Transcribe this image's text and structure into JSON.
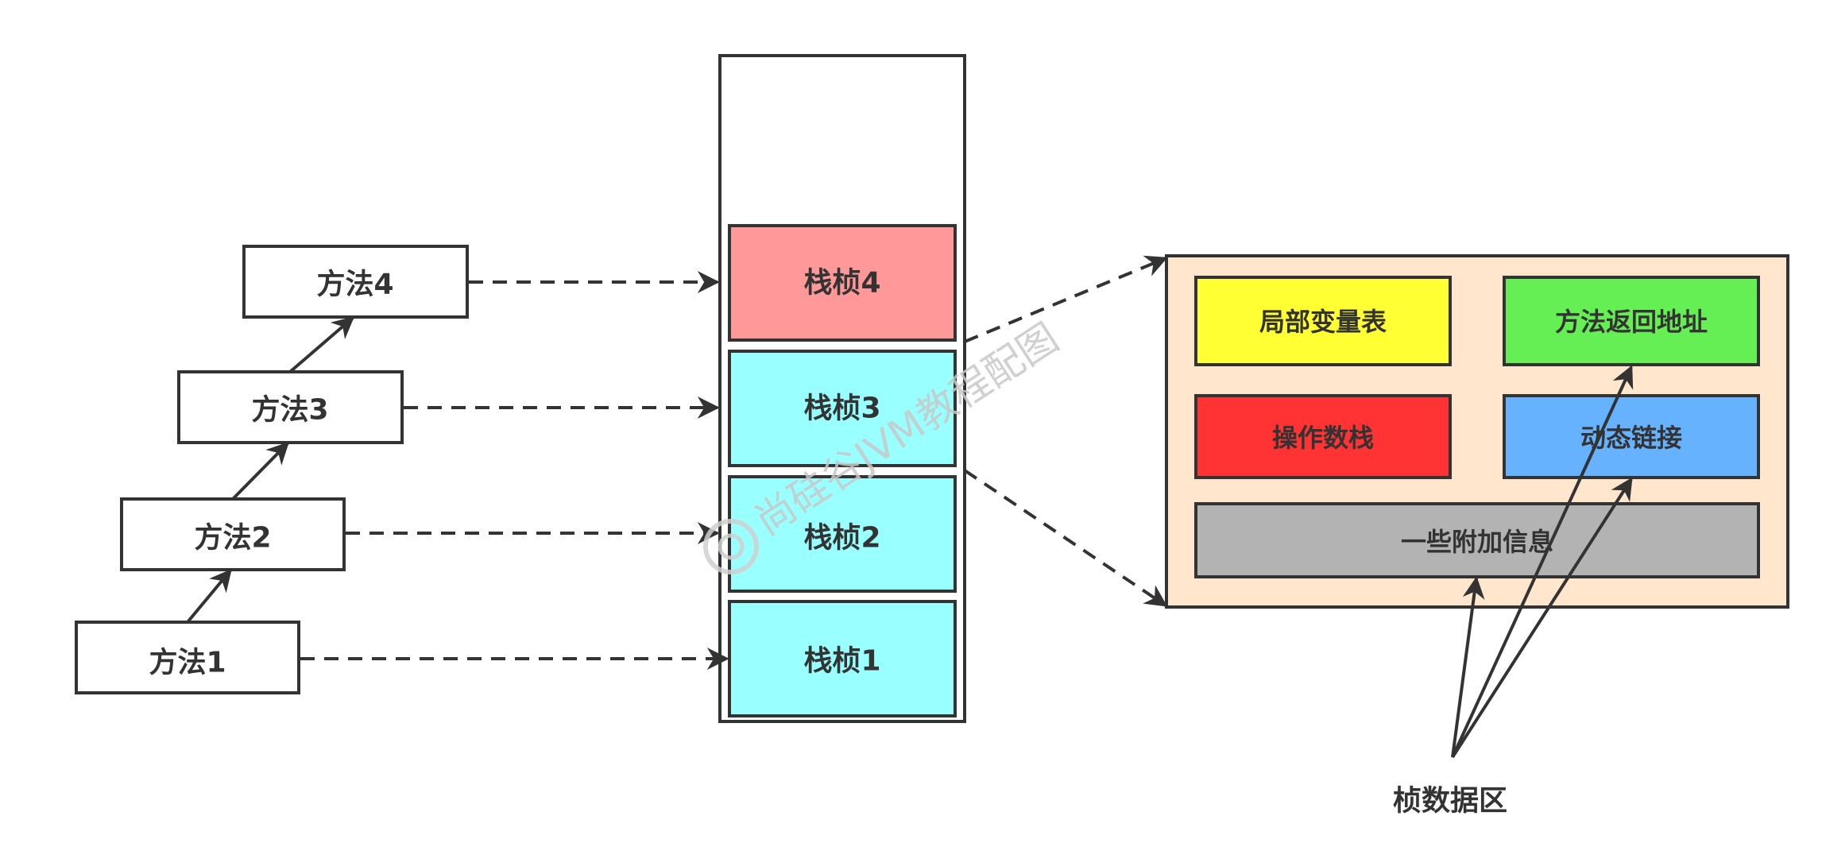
{
  "methods": [
    {
      "label": "方法1"
    },
    {
      "label": "方法2"
    },
    {
      "label": "方法3"
    },
    {
      "label": "方法4"
    }
  ],
  "stack_frames": [
    {
      "label": "栈桢1",
      "color": "#99ffff"
    },
    {
      "label": "栈桢2",
      "color": "#99ffff"
    },
    {
      "label": "栈桢3",
      "color": "#99ffff"
    },
    {
      "label": "栈桢4",
      "color": "#ff9999"
    }
  ],
  "frame_detail": {
    "background": "#ffe6cc",
    "parts": [
      {
        "label": "局部变量表",
        "color": "#ffff33"
      },
      {
        "label": "方法返回地址",
        "color": "#66ee55"
      },
      {
        "label": "操作数栈",
        "color": "#ff3333"
      },
      {
        "label": "动态链接",
        "color": "#66b2ff"
      },
      {
        "label": "一些附加信息",
        "color": "#b3b3b3"
      }
    ]
  },
  "frame_data_area": {
    "label": "桢数据区"
  },
  "watermark": {
    "text": "尚硅谷JVM教程配图"
  },
  "colors": {
    "stroke": "#333333"
  }
}
